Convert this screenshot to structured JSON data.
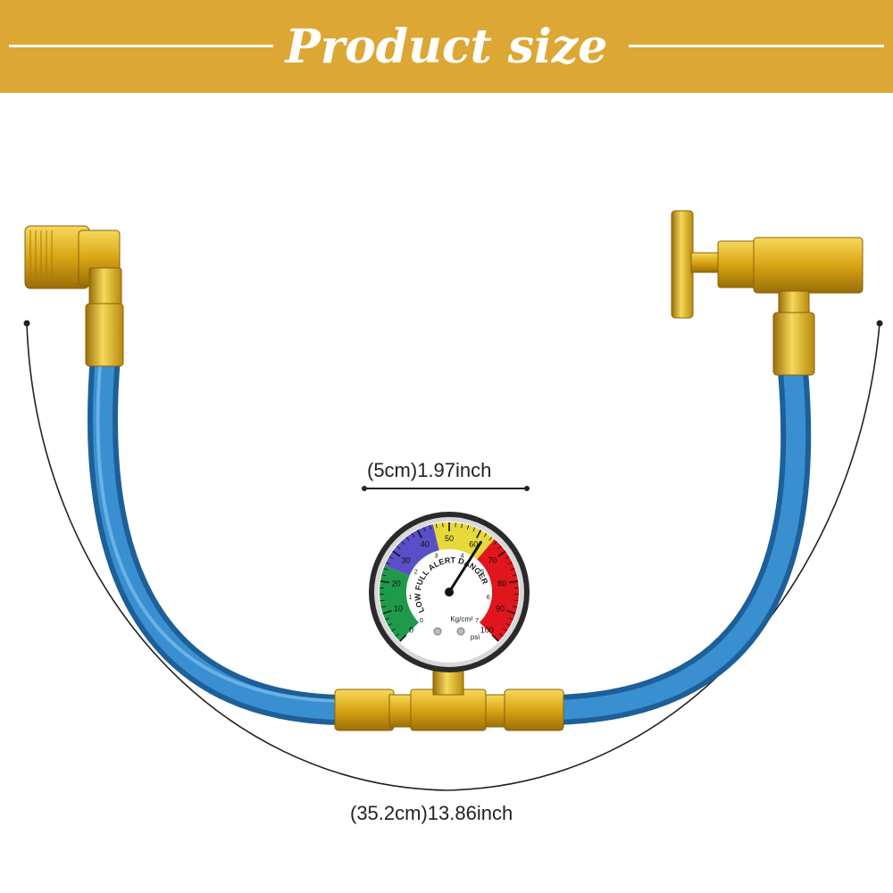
{
  "banner": {
    "title": "Product size",
    "color": "#dca734"
  },
  "dimensions": {
    "gauge_diameter": "(5cm)1.97inch",
    "hose_length": "(35.2cm)13.86inch"
  },
  "gauge": {
    "outer_scale": [
      "0",
      "10",
      "20",
      "30",
      "40",
      "50",
      "60",
      "70",
      "80",
      "90",
      "100"
    ],
    "inner_scale": [
      "0",
      "1",
      "2",
      "3",
      "4",
      "5",
      "6",
      "7"
    ],
    "zone_text": "LOW FULL ALERT DANGER",
    "unit_kg": "Kg/cm²",
    "unit_psi": "psi",
    "needle_value_psi": 62
  },
  "colors": {
    "hose": "#2a78b8",
    "brass": "#d9a514",
    "gauge_blue": "#5b4fc7",
    "gauge_green": "#1f9a4a",
    "gauge_yellow": "#e6d93a",
    "gauge_red": "#e0151d"
  }
}
